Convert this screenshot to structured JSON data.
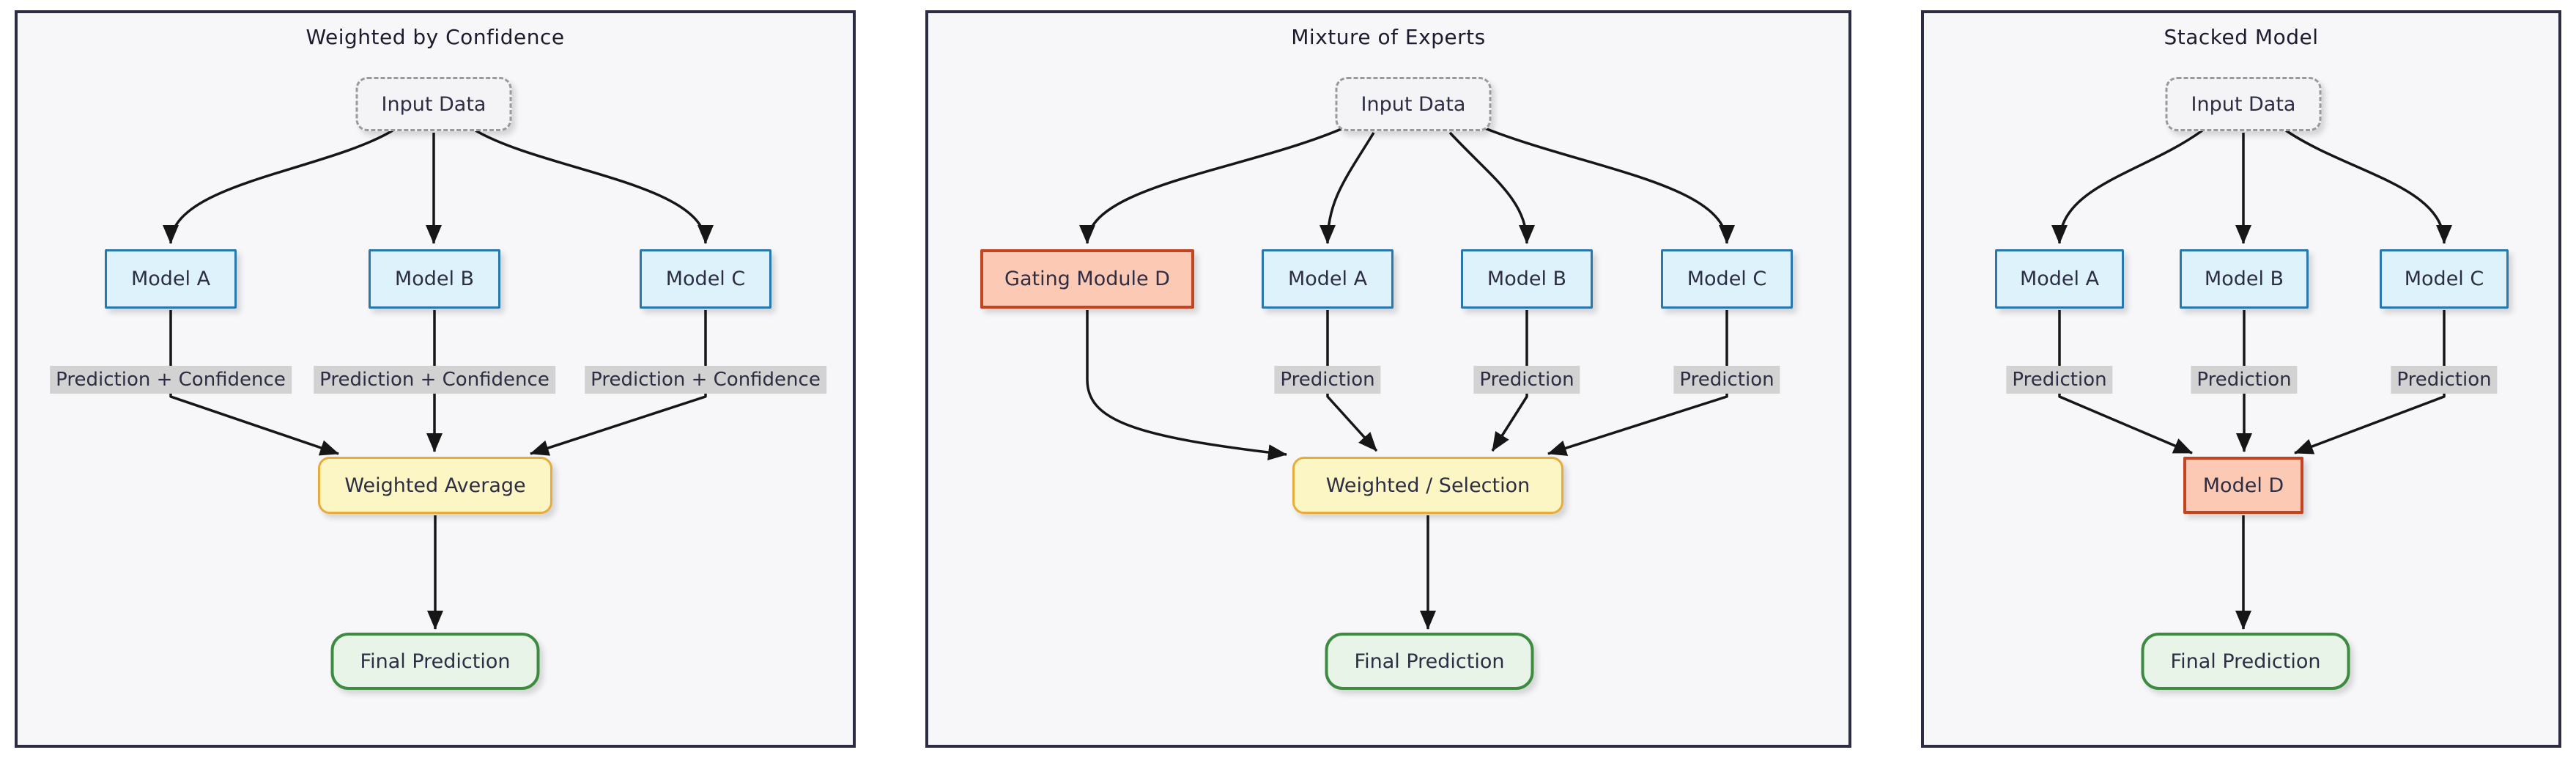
{
  "colors": {
    "page_bg": "#ffffff",
    "panel_bg": "#f7f7f9",
    "panel_border": "#2b2d42",
    "text": "#2d2d44",
    "title": "#1c1c2e",
    "edge": "#161616",
    "input_fill": "#f4f4f6",
    "input_border": "#9a9a9a",
    "model_fill": "#def2fb",
    "model_border": "#2878ae",
    "accent_fill": "#fbc9b4",
    "accent_border": "#c24420",
    "combiner_fill": "#fcf6c5",
    "combiner_border": "#e8ac3d",
    "final_fill": "#e9f4e9",
    "final_border": "#3d8b40",
    "edge_label_bg": "#d2d2d2"
  },
  "panels": [
    {
      "title": "Weighted by Confidence",
      "input": "Input Data",
      "models": [
        "Model A",
        "Model B",
        "Model C"
      ],
      "edge_labels": [
        "Prediction + Confidence",
        "Prediction + Confidence",
        "Prediction + Confidence"
      ],
      "combiner": "Weighted Average",
      "final": "Final Prediction"
    },
    {
      "title": "Mixture of Experts",
      "input": "Input Data",
      "gating": "Gating Module D",
      "models": [
        "Model A",
        "Model B",
        "Model C"
      ],
      "edge_labels": [
        "Prediction",
        "Prediction",
        "Prediction"
      ],
      "combiner": "Weighted / Selection",
      "final": "Final Prediction"
    },
    {
      "title": "Stacked Model",
      "input": "Input Data",
      "models": [
        "Model A",
        "Model B",
        "Model C"
      ],
      "edge_labels": [
        "Prediction",
        "Prediction",
        "Prediction"
      ],
      "meta_model": "Model D",
      "final": "Final Prediction"
    }
  ]
}
